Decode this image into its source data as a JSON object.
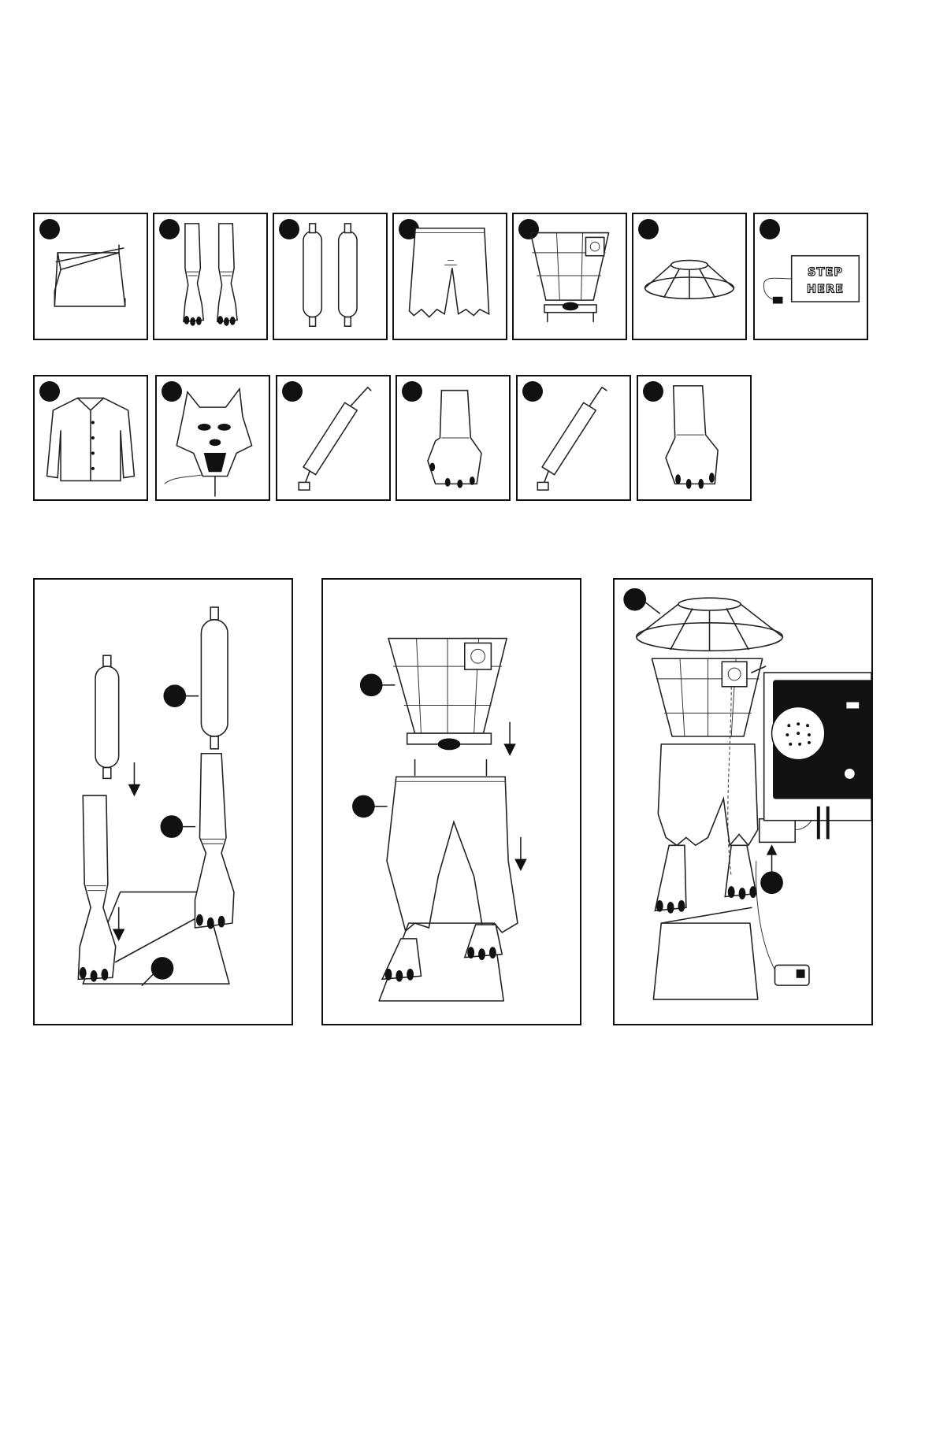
{
  "parts_row_1": [
    {
      "part": "base-frame"
    },
    {
      "part": "legs"
    },
    {
      "part": "leg-tubes"
    },
    {
      "part": "pants"
    },
    {
      "part": "torso-frame"
    },
    {
      "part": "shoulder-ring"
    },
    {
      "part": "step-pad",
      "sign_text_line1": "STEP",
      "sign_text_line2": "HERE"
    }
  ],
  "parts_row_2": [
    {
      "part": "shirt"
    },
    {
      "part": "werewolf-head"
    },
    {
      "part": "arm-tube-left"
    },
    {
      "part": "hand-left"
    },
    {
      "part": "arm-tube-right"
    },
    {
      "part": "hand-right"
    }
  ],
  "assembly_steps": [
    {
      "step": "attach-legs-to-base"
    },
    {
      "step": "attach-torso-and-pants"
    },
    {
      "step": "attach-ring-and-power"
    }
  ],
  "colors": {
    "ink": "#111111",
    "paper": "#ffffff"
  }
}
